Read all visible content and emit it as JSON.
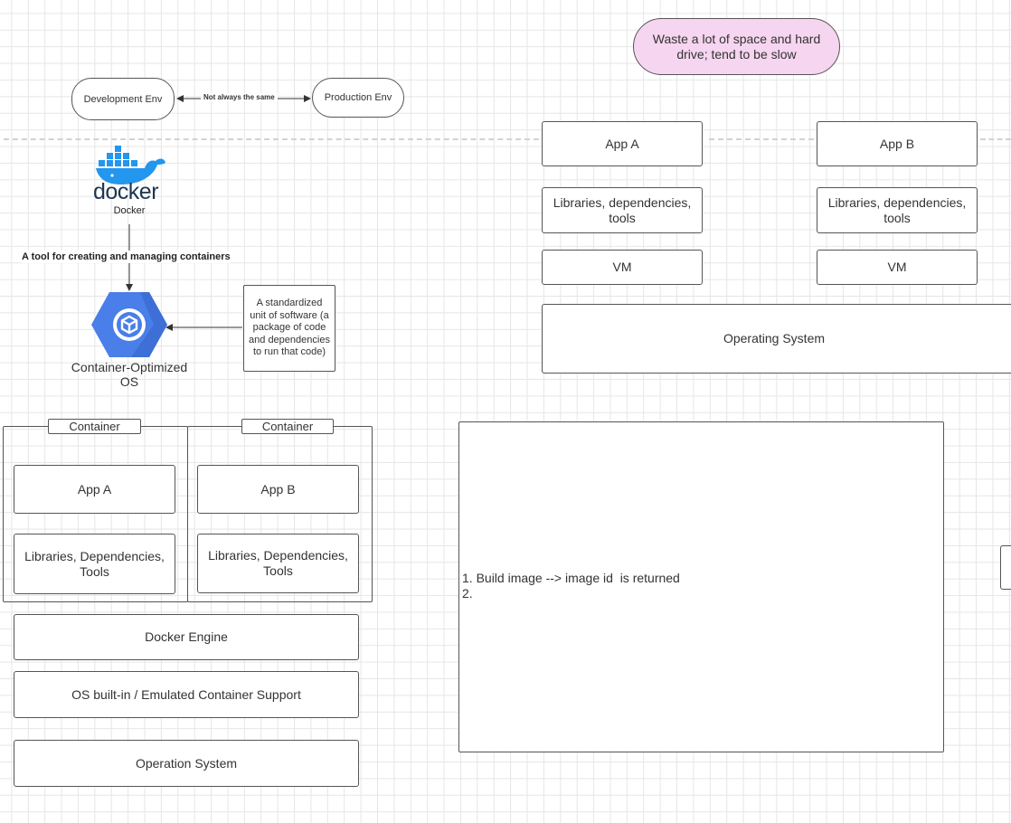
{
  "top": {
    "dev_env": "Development Env",
    "prod_env": "Production Env",
    "arrow_label": "Not always the same",
    "note": "Waste a lot of space and hard drive; tend to be slow"
  },
  "docker": {
    "logo_text": "docker",
    "label": "Docker",
    "tool_caption": "A tool for creating and managing containers"
  },
  "container_os": {
    "label": "Container-Optimized OS",
    "standard_note": "A standardized unit of software (a package of code and dependencies to run that code)"
  },
  "vm_stack": {
    "app_a": "App A",
    "app_b": "App B",
    "libs_a": "Libraries, dependencies, tools",
    "libs_b": "Libraries, dependencies, tools",
    "vm_a": "VM",
    "vm_b": "VM",
    "os": "Operating System"
  },
  "container_stack": {
    "container_a_tab": "Container",
    "container_b_tab": "Container",
    "app_a": "App A",
    "app_b": "App B",
    "libs_a": "Libraries, Dependencies, Tools",
    "libs_b": "Libraries, Dependencies, Tools",
    "engine": "Docker Engine",
    "support": "OS built-in / Emulated Container Support",
    "os": "Operation System"
  },
  "notes": {
    "line1": "1. Build image --> image id  is returned",
    "line2": "2."
  },
  "colors": {
    "note_fill": "#f5d5ef",
    "docker_blue": "#2396ed",
    "container_os_blue": "#4a7ee8"
  }
}
